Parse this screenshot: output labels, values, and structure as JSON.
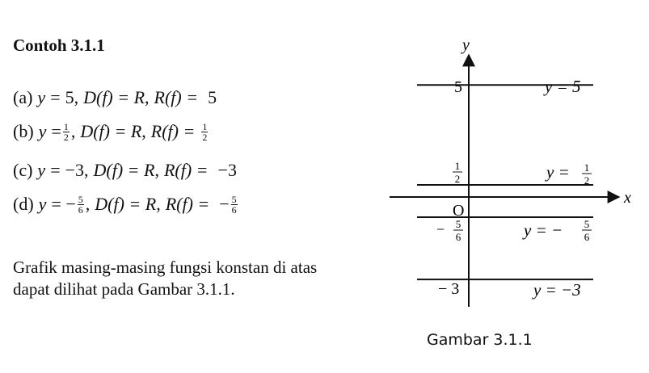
{
  "title": "Contoh 3.1.1",
  "items": [
    {
      "label": "(a)",
      "eq_lhs": "y",
      "eq_op": "=",
      "eq_val": "5",
      "domain_text": "D(f) = R",
      "range_lhs": "R(f) =",
      "range_val": "5"
    },
    {
      "label": "(b)",
      "eq_lhs": "y",
      "eq_op": "=",
      "eq_num": "1",
      "eq_den": "2",
      "domain_text": "D(f) = R",
      "range_lhs": "R(f) =",
      "range_num": "1",
      "range_den": "2"
    },
    {
      "label": "(c)",
      "eq_lhs": "y",
      "eq_op": "=",
      "eq_val": "−3",
      "domain_text": "D(f) = R",
      "range_lhs": "R(f) =",
      "range_val": "−3"
    },
    {
      "label": "(d)",
      "eq_lhs": "y",
      "eq_op": "= −",
      "eq_num": "5",
      "eq_den": "6",
      "domain_text": "D(f) = R",
      "range_lhs": "R(f) =",
      "range_sign": "−",
      "range_num": "5",
      "range_den": "6"
    }
  ],
  "paragraph": "Grafik masing-masing fungsi konstan di atas dapat dilihat pada Gambar 3.1.1.",
  "figure": {
    "caption": "Gambar 3.1.1",
    "axis_x_label": "x",
    "axis_y_label": "y",
    "origin_label": "O",
    "lines": [
      {
        "value": 5,
        "tick_text": "5",
        "eq_text": "y = 5"
      },
      {
        "value": 0.5,
        "tick_num": "1",
        "tick_den": "2",
        "eq_lhs": "y =",
        "eq_num": "1",
        "eq_den": "2"
      },
      {
        "value": -0.8333,
        "tick_sign": "−",
        "tick_num": "5",
        "tick_den": "6",
        "eq_lhs": "y = −",
        "eq_num": "5",
        "eq_den": "6"
      },
      {
        "value": -3,
        "tick_text": "− 3",
        "eq_text": "y = −3"
      }
    ]
  }
}
